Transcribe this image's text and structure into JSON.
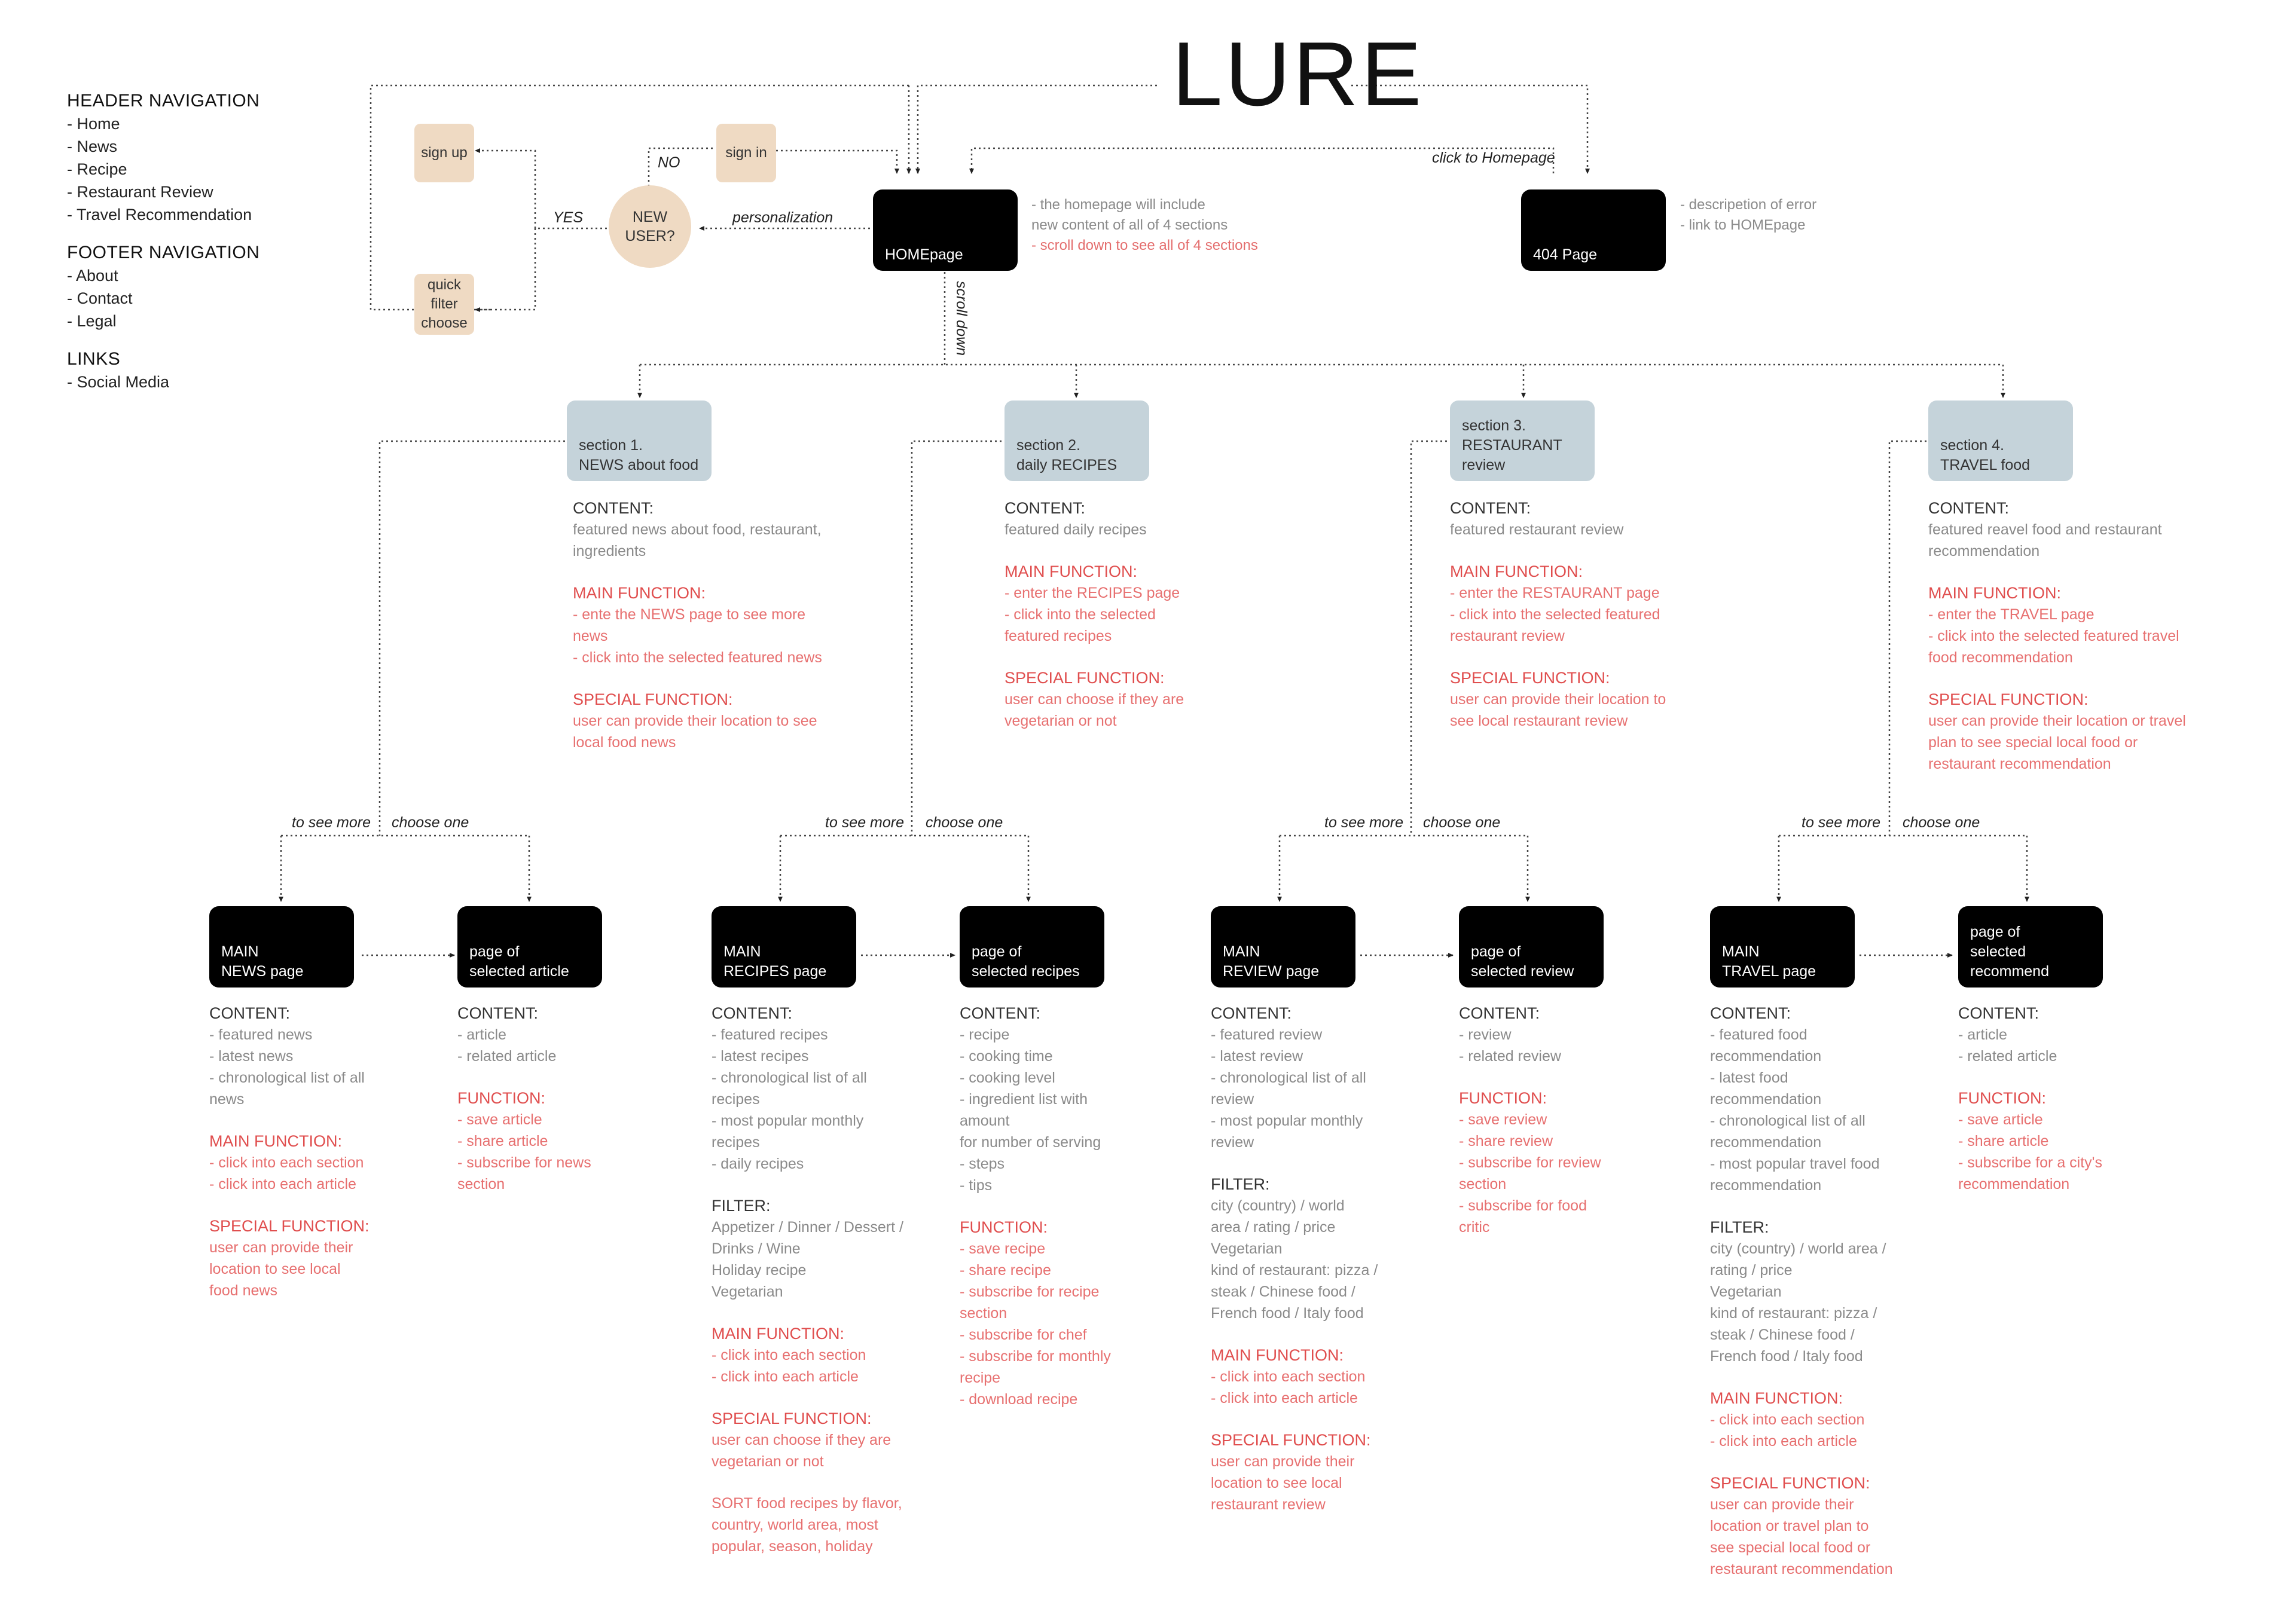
{
  "title": "LURE",
  "nav": {
    "header_title": "HEADER NAVIGATION",
    "header_items": [
      "Home",
      "News",
      "Recipe",
      "Restaurant Review",
      "Travel Recommendation"
    ],
    "footer_title": "FOOTER NAVIGATION",
    "footer_items": [
      "About",
      "Contact",
      "Legal"
    ],
    "links_title": "LINKS",
    "links_items": [
      "Social Media"
    ]
  },
  "nodes": {
    "homepage": "HOMEpage",
    "page404": "404 Page",
    "sign_up": "sign up",
    "sign_in": "sign in",
    "quick_filter": [
      "quick",
      "filter",
      "choose"
    ],
    "new_user": [
      "NEW",
      "USER?"
    ]
  },
  "edge_labels": {
    "no": "NO",
    "yes": "YES",
    "personalization": "personalization",
    "click_home": "click to Homepage",
    "scroll_down": "scroll down",
    "to_see_more": "to see more",
    "choose_one": "choose one"
  },
  "homepage_note": [
    {
      "text": "-  the homepage will include",
      "color": "g"
    },
    {
      "text": "   new content of all of 4 sections",
      "color": "g"
    },
    {
      "text": "-  scroll down to see all of 4 sections",
      "color": "r"
    }
  ],
  "page404_note": [
    {
      "text": "-  descripetion of error",
      "color": "g"
    },
    {
      "text": "-  link to HOMEpage",
      "color": "g"
    }
  ],
  "sections": [
    {
      "box": [
        "section 1.",
        "NEWS about food"
      ],
      "lines": [
        {
          "t": "CONTENT:",
          "c": "hd"
        },
        {
          "t": "featured news about food, restaurant,",
          "c": "g"
        },
        {
          "t": "ingredients",
          "c": "g"
        },
        {
          "t": "",
          "c": "gap"
        },
        {
          "t": "MAIN FUNCTION:",
          "c": "hdr"
        },
        {
          "t": "-  ente the NEWS page to see more",
          "c": "r"
        },
        {
          "t": "news",
          "c": "r"
        },
        {
          "t": "-  click into the selected featured news",
          "c": "r"
        },
        {
          "t": "",
          "c": "gap"
        },
        {
          "t": "SPECIAL FUNCTION:",
          "c": "hdr"
        },
        {
          "t": "user can provide their location to see",
          "c": "r"
        },
        {
          "t": "local food news",
          "c": "r"
        }
      ],
      "main": [
        "MAIN",
        "NEWS page"
      ],
      "sel": [
        "page of",
        "selected article"
      ],
      "main_lines": [
        {
          "t": "CONTENT:",
          "c": "hd"
        },
        {
          "t": "-  featured news",
          "c": "g"
        },
        {
          "t": "-  latest news",
          "c": "g"
        },
        {
          "t": "-  chronological list of all",
          "c": "g"
        },
        {
          "t": "news",
          "c": "g"
        },
        {
          "t": "",
          "c": "gap"
        },
        {
          "t": "MAIN FUNCTION:",
          "c": "hdr"
        },
        {
          "t": "-  click into each section",
          "c": "r"
        },
        {
          "t": "-  click into each article",
          "c": "r"
        },
        {
          "t": "",
          "c": "gap"
        },
        {
          "t": "SPECIAL FUNCTION:",
          "c": "hdr"
        },
        {
          "t": "user can provide their",
          "c": "r"
        },
        {
          "t": "location to see local",
          "c": "r"
        },
        {
          "t": "food news",
          "c": "r"
        }
      ],
      "sel_lines": [
        {
          "t": "CONTENT:",
          "c": "hd"
        },
        {
          "t": "-  article",
          "c": "g"
        },
        {
          "t": "-  related article",
          "c": "g"
        },
        {
          "t": "",
          "c": "gap"
        },
        {
          "t": "FUNCTION:",
          "c": "hdr"
        },
        {
          "t": "-  save article",
          "c": "r"
        },
        {
          "t": "-  share article",
          "c": "r"
        },
        {
          "t": "-  subscribe for news",
          "c": "r"
        },
        {
          "t": "   section",
          "c": "r"
        }
      ]
    },
    {
      "box": [
        "section 2.",
        "daily RECIPES"
      ],
      "lines": [
        {
          "t": "CONTENT:",
          "c": "hd"
        },
        {
          "t": "featured daily recipes",
          "c": "g"
        },
        {
          "t": "",
          "c": "gap"
        },
        {
          "t": "MAIN FUNCTION:",
          "c": "hdr"
        },
        {
          "t": "-  enter the RECIPES page",
          "c": "r"
        },
        {
          "t": "-  click into the selected",
          "c": "r"
        },
        {
          "t": "   featured recipes",
          "c": "r"
        },
        {
          "t": "",
          "c": "gap"
        },
        {
          "t": "SPECIAL FUNCTION:",
          "c": "hdr"
        },
        {
          "t": "user can choose if they are",
          "c": "r"
        },
        {
          "t": "vegetarian or not",
          "c": "r"
        }
      ],
      "main": [
        "MAIN",
        "RECIPES page"
      ],
      "sel": [
        "page of",
        "selected recipes"
      ],
      "main_lines": [
        {
          "t": "CONTENT:",
          "c": "hd"
        },
        {
          "t": "-  featured recipes",
          "c": "g"
        },
        {
          "t": "-  latest recipes",
          "c": "g"
        },
        {
          "t": "-  chronological list of all",
          "c": "g"
        },
        {
          "t": "recipes",
          "c": "g"
        },
        {
          "t": "-  most popular monthly",
          "c": "g"
        },
        {
          "t": "recipes",
          "c": "g"
        },
        {
          "t": "-  daily recipes",
          "c": "g"
        },
        {
          "t": "",
          "c": "gap"
        },
        {
          "t": "FILTER:",
          "c": "hd"
        },
        {
          "t": "Appetizer / Dinner / Dessert /",
          "c": "g"
        },
        {
          "t": "Drinks / Wine",
          "c": "g"
        },
        {
          "t": "Holiday recipe",
          "c": "g"
        },
        {
          "t": "Vegetarian",
          "c": "g"
        },
        {
          "t": "",
          "c": "gap"
        },
        {
          "t": "MAIN FUNCTION:",
          "c": "hdr"
        },
        {
          "t": "-  click into each section",
          "c": "r"
        },
        {
          "t": "-  click into each article",
          "c": "r"
        },
        {
          "t": "",
          "c": "gap"
        },
        {
          "t": "SPECIAL FUNCTION:",
          "c": "hdr"
        },
        {
          "t": "user can choose if they are",
          "c": "r"
        },
        {
          "t": "vegetarian or not",
          "c": "r"
        },
        {
          "t": "",
          "c": "gap"
        },
        {
          "t": "SORT food recipes by flavor,",
          "c": "r"
        },
        {
          "t": "country, world area, most",
          "c": "r"
        },
        {
          "t": "popular, season, holiday",
          "c": "r"
        }
      ],
      "sel_lines": [
        {
          "t": "CONTENT:",
          "c": "hd"
        },
        {
          "t": "-  recipe",
          "c": "g"
        },
        {
          "t": "-  cooking time",
          "c": "g"
        },
        {
          "t": "-  cooking level",
          "c": "g"
        },
        {
          "t": "-  ingredient list with",
          "c": "g"
        },
        {
          "t": "amount",
          "c": "g"
        },
        {
          "t": "   for number of serving",
          "c": "g"
        },
        {
          "t": "-  steps",
          "c": "g"
        },
        {
          "t": "-  tips",
          "c": "g"
        },
        {
          "t": "",
          "c": "gap"
        },
        {
          "t": "FUNCTION:",
          "c": "hdr"
        },
        {
          "t": "-  save recipe",
          "c": "r"
        },
        {
          "t": "-  share recipe",
          "c": "r"
        },
        {
          "t": "-  subscribe for recipe",
          "c": "r"
        },
        {
          "t": "section",
          "c": "r"
        },
        {
          "t": "-  subscribe for chef",
          "c": "r"
        },
        {
          "t": "-  subscribe for monthly",
          "c": "r"
        },
        {
          "t": "recipe",
          "c": "r"
        },
        {
          "t": "-  download recipe",
          "c": "r"
        }
      ]
    },
    {
      "box": [
        "section 3.",
        "RESTAURANT review"
      ],
      "lines": [
        {
          "t": "CONTENT:",
          "c": "hd"
        },
        {
          "t": "featured restaurant review",
          "c": "g"
        },
        {
          "t": "",
          "c": "gap"
        },
        {
          "t": "MAIN FUNCTION:",
          "c": "hdr"
        },
        {
          "t": "-  enter the RESTAURANT page",
          "c": "r"
        },
        {
          "t": "-  click into the selected featured",
          "c": "r"
        },
        {
          "t": "   restaurant review",
          "c": "r"
        },
        {
          "t": "",
          "c": "gap"
        },
        {
          "t": "SPECIAL FUNCTION:",
          "c": "hdr"
        },
        {
          "t": "user can provide their location to",
          "c": "r"
        },
        {
          "t": "see local restaurant review",
          "c": "r"
        }
      ],
      "main": [
        "MAIN",
        "REVIEW page"
      ],
      "sel": [
        "page of",
        "selected review"
      ],
      "main_lines": [
        {
          "t": "CONTENT:",
          "c": "hd"
        },
        {
          "t": "-  featured review",
          "c": "g"
        },
        {
          "t": "-  latest review",
          "c": "g"
        },
        {
          "t": "-  chronological list of all",
          "c": "g"
        },
        {
          "t": "review",
          "c": "g"
        },
        {
          "t": "-  most popular monthly",
          "c": "g"
        },
        {
          "t": "review",
          "c": "g"
        },
        {
          "t": "",
          "c": "gap"
        },
        {
          "t": "FILTER:",
          "c": "hd"
        },
        {
          "t": "city (country) / world",
          "c": "g"
        },
        {
          "t": "area / rating / price",
          "c": "g"
        },
        {
          "t": "Vegetarian",
          "c": "g"
        },
        {
          "t": "kind of restaurant: pizza /",
          "c": "g"
        },
        {
          "t": "steak / Chinese food /",
          "c": "g"
        },
        {
          "t": "French food / Italy food",
          "c": "g"
        },
        {
          "t": "",
          "c": "gap"
        },
        {
          "t": "MAIN FUNCTION:",
          "c": "hdr"
        },
        {
          "t": "-  click into each section",
          "c": "r"
        },
        {
          "t": "-  click into each article",
          "c": "r"
        },
        {
          "t": "",
          "c": "gap"
        },
        {
          "t": "SPECIAL FUNCTION:",
          "c": "hdr"
        },
        {
          "t": "user can provide their",
          "c": "r"
        },
        {
          "t": "location to see local",
          "c": "r"
        },
        {
          "t": "restaurant review",
          "c": "r"
        }
      ],
      "sel_lines": [
        {
          "t": "CONTENT:",
          "c": "hd"
        },
        {
          "t": "-  review",
          "c": "g"
        },
        {
          "t": "-  related review",
          "c": "g"
        },
        {
          "t": "",
          "c": "gap"
        },
        {
          "t": "FUNCTION:",
          "c": "hdr"
        },
        {
          "t": "-  save review",
          "c": "r"
        },
        {
          "t": "-  share review",
          "c": "r"
        },
        {
          "t": "-  subscribe for review",
          "c": "r"
        },
        {
          "t": "section",
          "c": "r"
        },
        {
          "t": "-  subscribe for food",
          "c": "r"
        },
        {
          "t": "critic",
          "c": "r"
        }
      ]
    },
    {
      "box": [
        "section 4.",
        "TRAVEL food"
      ],
      "lines": [
        {
          "t": "CONTENT:",
          "c": "hd"
        },
        {
          "t": "featured reavel food and restaurant",
          "c": "g"
        },
        {
          "t": "recommendation",
          "c": "g"
        },
        {
          "t": "",
          "c": "gap"
        },
        {
          "t": "MAIN FUNCTION:",
          "c": "hdr"
        },
        {
          "t": "-  enter the TRAVEL page",
          "c": "r"
        },
        {
          "t": "-  click into the selected featured travel",
          "c": "r"
        },
        {
          "t": "   food recommendation",
          "c": "r"
        },
        {
          "t": "",
          "c": "gap"
        },
        {
          "t": "SPECIAL FUNCTION:",
          "c": "hdr"
        },
        {
          "t": "user can provide their location or travel",
          "c": "r"
        },
        {
          "t": "plan to see special local food or",
          "c": "r"
        },
        {
          "t": "restaurant recommendation",
          "c": "r"
        }
      ],
      "main": [
        "MAIN",
        "TRAVEL page"
      ],
      "sel": [
        "page of",
        "selected recommend"
      ],
      "main_lines": [
        {
          "t": "CONTENT:",
          "c": "hd"
        },
        {
          "t": "-  featured food",
          "c": "g"
        },
        {
          "t": "recommendation",
          "c": "g"
        },
        {
          "t": "-  latest food",
          "c": "g"
        },
        {
          "t": "recommendation",
          "c": "g"
        },
        {
          "t": "-  chronological list of all",
          "c": "g"
        },
        {
          "t": "   recommendation",
          "c": "g"
        },
        {
          "t": "-  most popular travel food",
          "c": "g"
        },
        {
          "t": "   recommendation",
          "c": "g"
        },
        {
          "t": "",
          "c": "gap"
        },
        {
          "t": "FILTER:",
          "c": "hd"
        },
        {
          "t": "city (country) / world area /",
          "c": "g"
        },
        {
          "t": "rating / price",
          "c": "g"
        },
        {
          "t": "Vegetarian",
          "c": "g"
        },
        {
          "t": "kind of restaurant: pizza /",
          "c": "g"
        },
        {
          "t": "steak / Chinese food /",
          "c": "g"
        },
        {
          "t": "French food / Italy food",
          "c": "g"
        },
        {
          "t": "",
          "c": "gap"
        },
        {
          "t": "MAIN FUNCTION:",
          "c": "hdr"
        },
        {
          "t": "-  click into each section",
          "c": "r"
        },
        {
          "t": "-  click into each article",
          "c": "r"
        },
        {
          "t": "",
          "c": "gap"
        },
        {
          "t": "SPECIAL FUNCTION:",
          "c": "hdr"
        },
        {
          "t": "user can provide their",
          "c": "r"
        },
        {
          "t": "location or travel plan to",
          "c": "r"
        },
        {
          "t": "see special local food or",
          "c": "r"
        },
        {
          "t": "restaurant recommendation",
          "c": "r"
        }
      ],
      "sel_lines": [
        {
          "t": "CONTENT:",
          "c": "hd"
        },
        {
          "t": "-  article",
          "c": "g"
        },
        {
          "t": "-  related article",
          "c": "g"
        },
        {
          "t": "",
          "c": "gap"
        },
        {
          "t": "FUNCTION:",
          "c": "hdr"
        },
        {
          "t": "-  save article",
          "c": "r"
        },
        {
          "t": "-  share article",
          "c": "r"
        },
        {
          "t": "-  subscribe for a city's",
          "c": "r"
        },
        {
          "t": "   recommendation",
          "c": "r"
        }
      ]
    }
  ]
}
